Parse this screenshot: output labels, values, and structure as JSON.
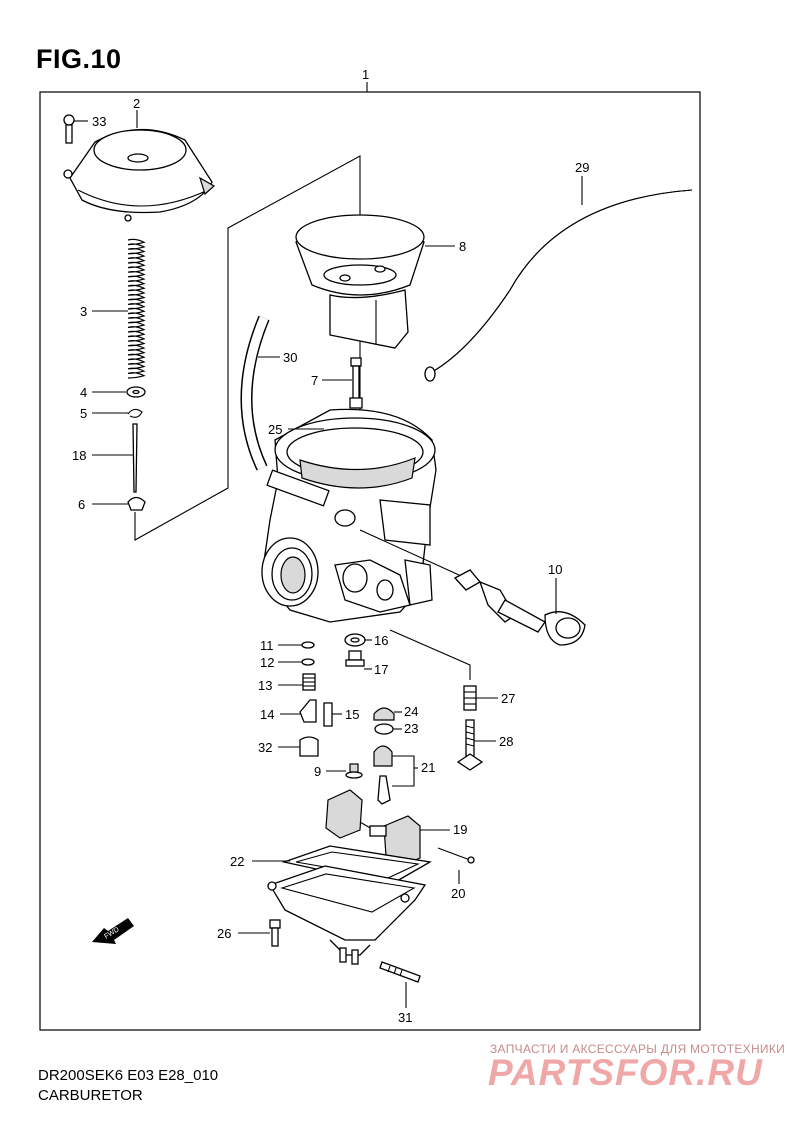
{
  "figure_title": "FIG.10",
  "model_code": "DR200SEK6 E03 E28_010",
  "section_name": "CARBURETOR",
  "watermark": {
    "tagline": "ЗАПЧАСТИ И АКСЕССУАРЫ ДЛЯ МОТОТЕХНИКИ",
    "logo": "PARTSFOR.RU"
  },
  "fwd_arrow_label": "FWD",
  "callouts": [
    "1",
    "2",
    "33",
    "3",
    "4",
    "5",
    "18",
    "6",
    "8",
    "29",
    "30",
    "7",
    "25",
    "10",
    "11",
    "16",
    "12",
    "17",
    "13",
    "27",
    "14",
    "15",
    "24",
    "23",
    "28",
    "32",
    "9",
    "21",
    "19",
    "22",
    "20",
    "26",
    "31"
  ]
}
